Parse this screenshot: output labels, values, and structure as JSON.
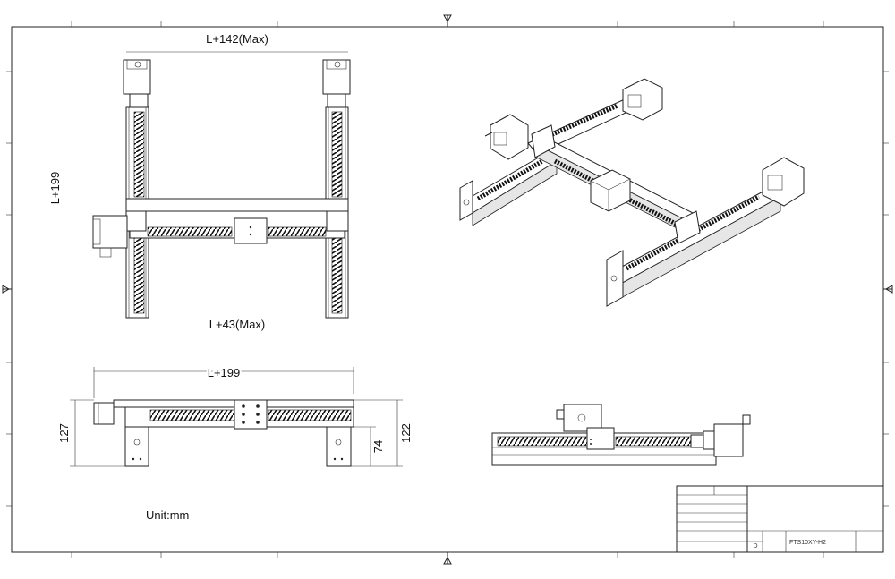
{
  "drawing": {
    "top_view": {
      "width_dim": "L+142(Max)",
      "travel_dim": "L+43(Max)",
      "height_dim": "L+199"
    },
    "side_view": {
      "length_dim": "L+199",
      "height_left_dim": "127",
      "height_right_dim": "122",
      "base_dim": "74"
    },
    "unit_note": "Unit:mm",
    "title_block": {
      "rev_letter": "D",
      "part_number": "FTS10XY-H2",
      "cells": [
        "",
        "",
        "",
        "",
        "",
        "",
        ""
      ]
    }
  }
}
